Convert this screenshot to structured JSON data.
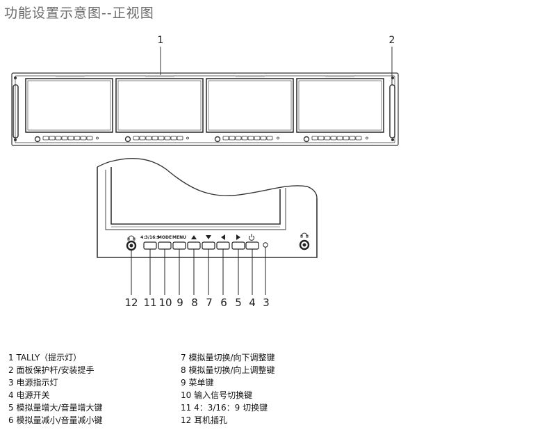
{
  "title": "功能设置示意图--正视图",
  "callouts_top": [
    "1",
    "2"
  ],
  "button_labels": [
    "4:3/16:9",
    "MODE",
    "MENU"
  ],
  "callouts_bottom": [
    "12",
    "11",
    "10",
    "9",
    "8",
    "7",
    "6",
    "5",
    "4",
    "3"
  ],
  "legend_left": [
    "1 TALLY（提示灯）",
    "2 面板保护杆/安装提手",
    "3 电源指示灯",
    "4 电源开关",
    "5 模拟量增大/音量增大键",
    "6 模拟量减小/音量减小键"
  ],
  "legend_right": [
    "7 模拟量切换/向下调整键",
    "8 模拟量切换/向上调整键",
    "9 菜单键",
    "10 输入信号切换键",
    "11 4：3/16：9 切换键",
    "12 耳机插孔"
  ]
}
